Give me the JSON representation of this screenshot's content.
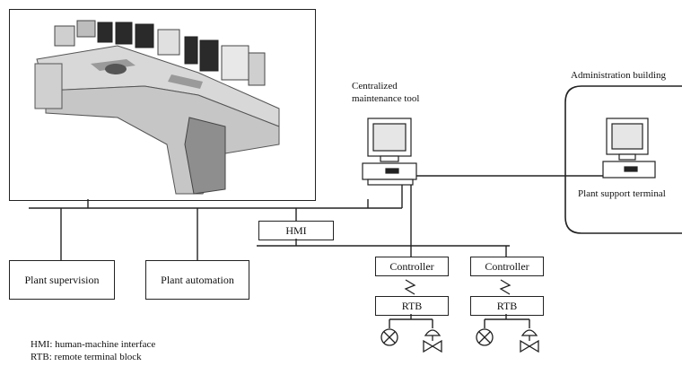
{
  "labels": {
    "maintenance_tool_line1": "Centralized",
    "maintenance_tool_line2": "maintenance tool",
    "administration_building": "Administration building",
    "plant_support_terminal": "Plant support terminal"
  },
  "boxes": {
    "hmi": "HMI",
    "plant_supervision": "Plant supervision",
    "plant_automation": "Plant automation",
    "controller_1": "Controller",
    "controller_2": "Controller",
    "rtb_1": "RTB",
    "rtb_2": "RTB"
  },
  "legend": [
    "HMI: human-machine interface",
    "RTB: remote terminal block"
  ],
  "icons": {
    "computer": "desktop-computer-icon",
    "valve_round": "round-valve-icon",
    "valve_actuator": "actuated-valve-icon",
    "wireless_link": "lightning-link-icon"
  }
}
